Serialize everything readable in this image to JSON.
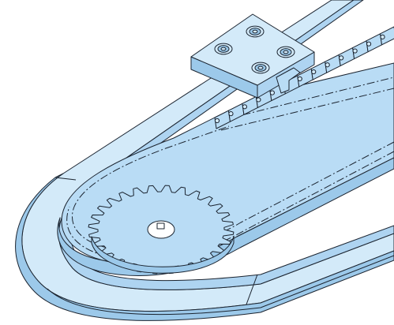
{
  "diagram": {
    "subject": "chain-drive-assembly",
    "colors": {
      "fill": "#b9dcf5",
      "fill_light": "#d3eaf9",
      "fill_dark": "#9cc9ea",
      "stroke": "#1b2430",
      "background": "#ffffff"
    },
    "sprocket_teeth": 28,
    "mounting_holes": 4,
    "parts": [
      "guide-rail",
      "roller-chain",
      "sprocket",
      "attachment-plate"
    ]
  }
}
